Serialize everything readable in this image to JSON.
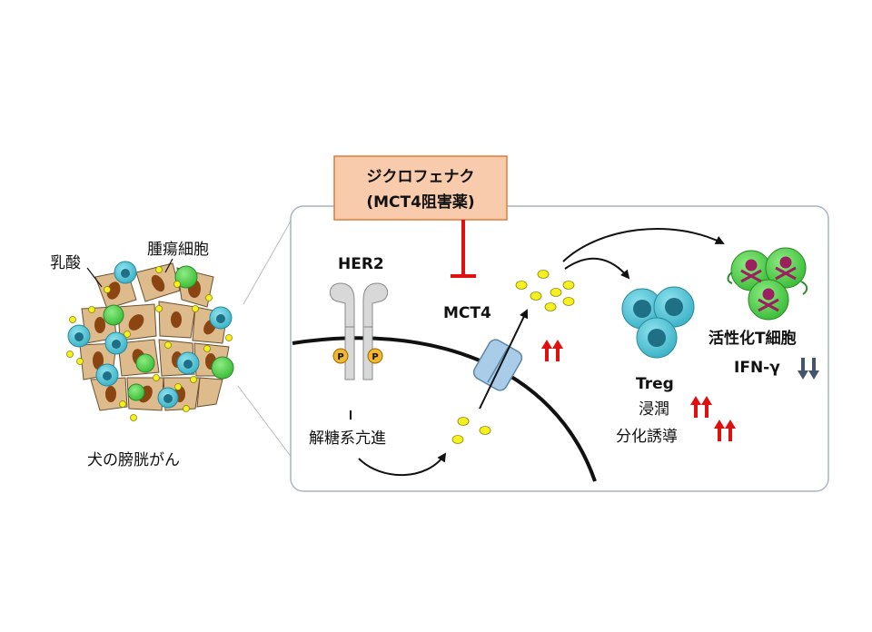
{
  "drug": {
    "name": "ジクロフェナク",
    "note": "(MCT4阻害薬)"
  },
  "left_panel": {
    "lactate_label": "乳酸",
    "tumor_cell_label": "腫瘍細胞",
    "caption": "犬の膀胱がん"
  },
  "right_panel": {
    "her2_label": "HER2",
    "phospho_label": "P",
    "mct4_label": "MCT4",
    "glycolysis_label": "解糖系亢進",
    "treg_label": "Treg",
    "infiltration_label": "浸潤",
    "differentiation_label": "分化誘導",
    "activated_t_label": "活性化T細胞",
    "ifn_label": "IFN-γ"
  },
  "colors": {
    "drug_box_fill": "#F8CBAD",
    "drug_box_stroke": "#E07B39",
    "inhibition": "#E01010",
    "up_arrow": "#E01010",
    "down_arrow": "#44546A",
    "lactate": "#F5F020",
    "treg": "#5BC8D8",
    "t_cell": "#63D35A",
    "skull": "#9C1F5F",
    "tumor_cell": "#DDBB8C",
    "nucleus": "#8B4513",
    "mct4": "#A9CCE8"
  }
}
